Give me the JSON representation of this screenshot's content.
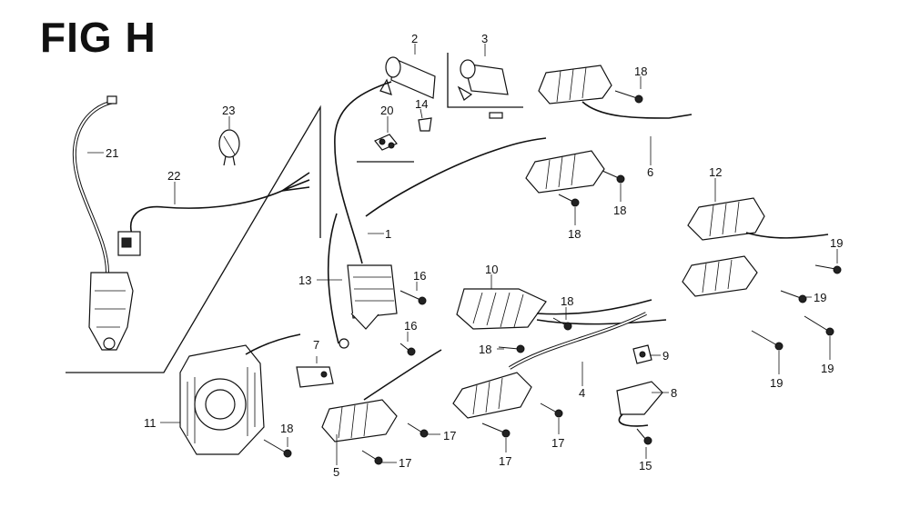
{
  "figure": {
    "title": "FIG H"
  },
  "callouts": [
    {
      "id": "callout-1",
      "text": "1"
    },
    {
      "id": "callout-2",
      "text": "2"
    },
    {
      "id": "callout-3",
      "text": "3"
    },
    {
      "id": "callout-4",
      "text": "4"
    },
    {
      "id": "callout-5",
      "text": "5"
    },
    {
      "id": "callout-6",
      "text": "6"
    },
    {
      "id": "callout-7",
      "text": "7"
    },
    {
      "id": "callout-8",
      "text": "8"
    },
    {
      "id": "callout-9",
      "text": "9"
    },
    {
      "id": "callout-10",
      "text": "10"
    },
    {
      "id": "callout-11",
      "text": "11"
    },
    {
      "id": "callout-12",
      "text": "12"
    },
    {
      "id": "callout-13",
      "text": "13"
    },
    {
      "id": "callout-14",
      "text": "14"
    },
    {
      "id": "callout-15",
      "text": "15"
    },
    {
      "id": "callout-16a",
      "text": "16"
    },
    {
      "id": "callout-16b",
      "text": "16"
    },
    {
      "id": "callout-17a",
      "text": "17"
    },
    {
      "id": "callout-17b",
      "text": "17"
    },
    {
      "id": "callout-17c",
      "text": "17"
    },
    {
      "id": "callout-17d",
      "text": "17"
    },
    {
      "id": "callout-18a",
      "text": "18"
    },
    {
      "id": "callout-18b",
      "text": "18"
    },
    {
      "id": "callout-18c",
      "text": "18"
    },
    {
      "id": "callout-18d",
      "text": "18"
    },
    {
      "id": "callout-18e",
      "text": "18"
    },
    {
      "id": "callout-18f",
      "text": "18"
    },
    {
      "id": "callout-19a",
      "text": "19"
    },
    {
      "id": "callout-19b",
      "text": "19"
    },
    {
      "id": "callout-19c",
      "text": "19"
    },
    {
      "id": "callout-19d",
      "text": "19"
    },
    {
      "id": "callout-20",
      "text": "20"
    },
    {
      "id": "callout-21",
      "text": "21"
    },
    {
      "id": "callout-22",
      "text": "22"
    },
    {
      "id": "callout-23",
      "text": "23"
    }
  ]
}
